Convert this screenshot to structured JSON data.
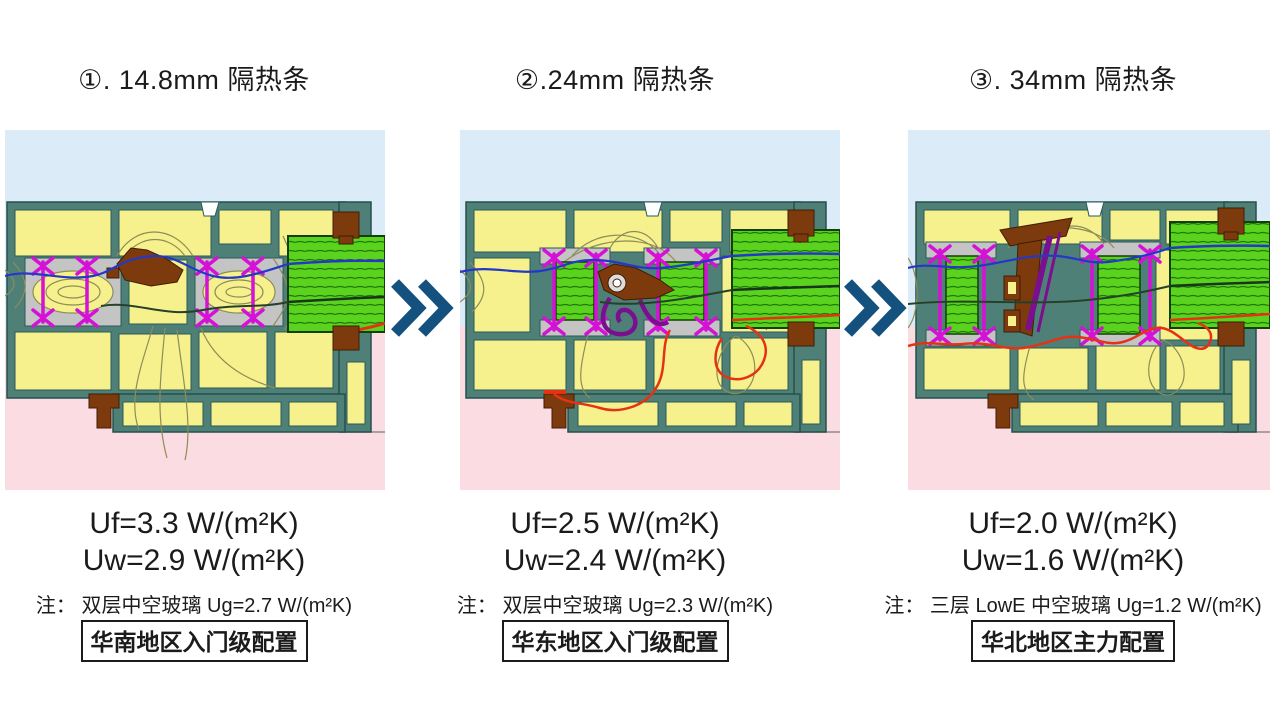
{
  "slide": {
    "background": "#ffffff"
  },
  "colors": {
    "sky_outdoor": "#dcebf8",
    "indoor_pink": "#fadce2",
    "frame_teal": "#4f8077",
    "chamber_yellow": "#f6f18d",
    "insulation_magenta": "#d611d6",
    "hardware_brown": "#7d3b0d",
    "hardware_purple": "#7a0f8f",
    "glazing_green": "#5ad21e",
    "isotherm_blue": "#2438c8",
    "isotherm_red": "#e63214",
    "arrow_blue": "#15517e"
  },
  "arrows": {
    "glyph": "≫",
    "meaning": "upgrade-step"
  },
  "panels": [
    {
      "title": "①. 14.8mm 隔热条",
      "uf": "Uf=3.3 W/(m²K)",
      "uw": "Uw=2.9 W/(m²K)",
      "note": "注： 双层中空玻璃 Ug=2.7 W/(m²K)",
      "tag": "华南地区入门级配置"
    },
    {
      "title": "②.24mm 隔热条",
      "uf": "Uf=2.5 W/(m²K)",
      "uw": "Uw=2.4 W/(m²K)",
      "note": "注： 双层中空玻璃 Ug=2.3 W/(m²K)",
      "tag": "华东地区入门级配置"
    },
    {
      "title": "③. 34mm 隔热条",
      "uf": "Uf=2.0 W/(m²K)",
      "uw": "Uw=1.6 W/(m²K)",
      "note": "注： 三层 LowE 中空玻璃 Ug=1.2 W/(m²K)",
      "tag": "华北地区主力配置"
    }
  ]
}
